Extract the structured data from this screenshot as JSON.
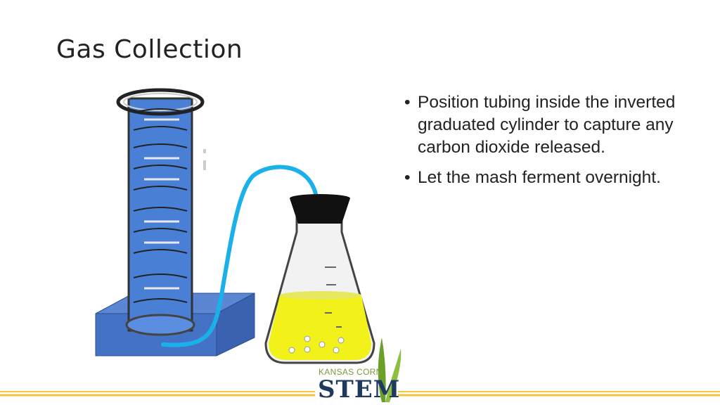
{
  "slide": {
    "title": "Gas Collection",
    "bullets": [
      "Position tubing inside the inverted graduated cylinder to capture any carbon dioxide released.",
      "Let the mash ferment overnight."
    ]
  },
  "logo": {
    "top_text": "KANSAS CORN",
    "bottom_text": "STEM"
  },
  "colors": {
    "title": "#222222",
    "cylinder_water": "#4a7fd6",
    "basin": "#4472c4",
    "tubing": "#1ab0ea",
    "flask_liquid": "#f2f21a",
    "stopper": "#111111",
    "footer_line": "#f5c542",
    "logo_blue": "#1f3a60",
    "logo_green": "#6aa028"
  }
}
